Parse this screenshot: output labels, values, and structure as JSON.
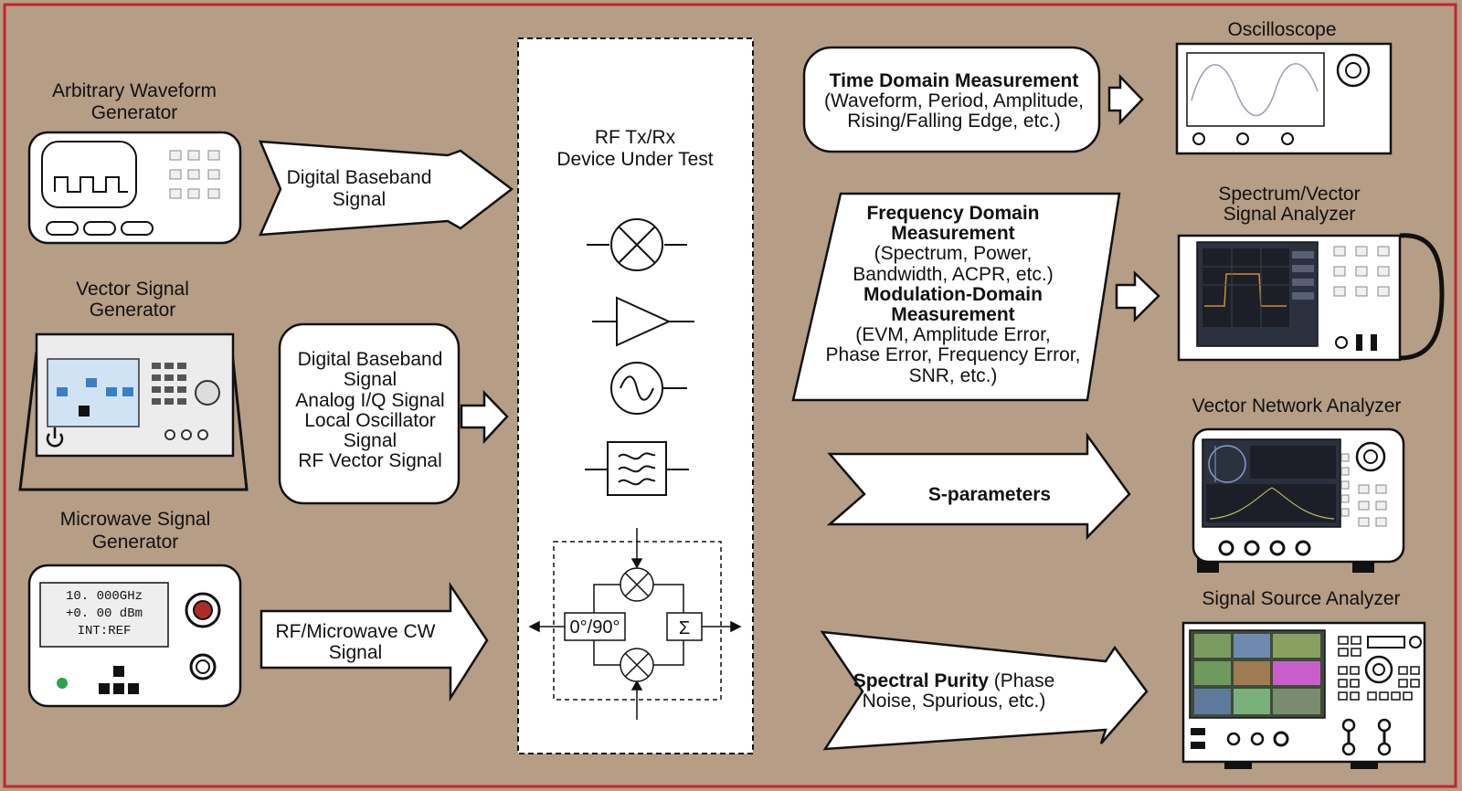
{
  "colors": {
    "background": "#b69d86",
    "frame": "#c0262e",
    "shape_fill": "#ffffff",
    "stroke": "#111111"
  },
  "dut": {
    "title_line1": "RF Tx/Rx",
    "title_line2": "Device Under Test",
    "phase_label": "0°/90°",
    "sum_label": "Σ"
  },
  "left": {
    "awg": {
      "line1": "Arbitrary Waveform",
      "line2": "Generator"
    },
    "vsg": {
      "line1": "Vector Signal",
      "line2": "Generator"
    },
    "msg": {
      "line1": "Microwave Signal",
      "line2": "Generator",
      "screen": [
        "10. 000GHz",
        "+0. 00  dBm",
        "INT:REF"
      ]
    }
  },
  "signals": {
    "baseband": [
      "Digital Baseband",
      "Signal"
    ],
    "vsg_box": [
      "Digital Baseband",
      "Signal",
      "Analog I/Q Signal",
      "Local Oscillator",
      "Signal",
      "RF Vector Signal"
    ],
    "cw": [
      "RF/Microwave CW",
      "Signal"
    ]
  },
  "measurements": {
    "time": [
      "Time Domain Measurement",
      "(Waveform, Period, Amplitude,",
      "Rising/Falling Edge, etc.)"
    ],
    "freq": [
      "Frequency Domain",
      "Measurement",
      "(Spectrum, Power,",
      "Bandwidth, ACPR, etc.)",
      "Modulation-Domain",
      "Measurement",
      "(EVM, Amplitude Error,",
      "Phase Error, Frequency Error,",
      "SNR, etc.)"
    ],
    "sparams": "S-parameters",
    "purity": {
      "bold": "Spectral Purity",
      "rest1": " (Phase",
      "line2": "Noise, Spurious, etc.)"
    }
  },
  "right": {
    "osc": "Oscilloscope",
    "sa": {
      "line1": "Spectrum/Vector",
      "line2": "Signal Analyzer"
    },
    "vna": "Vector Network Analyzer",
    "ssa": "Signal Source Analyzer"
  }
}
